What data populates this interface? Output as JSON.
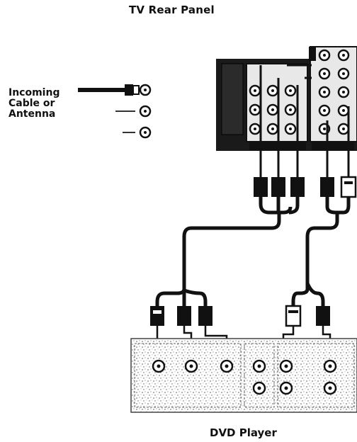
{
  "labels": {
    "tv_rear_panel": "TV Rear Panel",
    "incoming_line1": "Incoming",
    "incoming_line2": "Cable or",
    "incoming_line3": "Antenna",
    "dvd_player": "DVD Player"
  },
  "icons": {
    "tv_panel": "tv-rear-panel-icon",
    "dvd_player": "dvd-player-icon",
    "coax_cable": "coax-cable-icon",
    "component_plug": "rca-plug-icon",
    "jack": "rca-jack-icon"
  },
  "colors": {
    "ink": "#111111",
    "panel_fill": "#1a1a1a",
    "dvd_fill": "#d9d9d9"
  }
}
